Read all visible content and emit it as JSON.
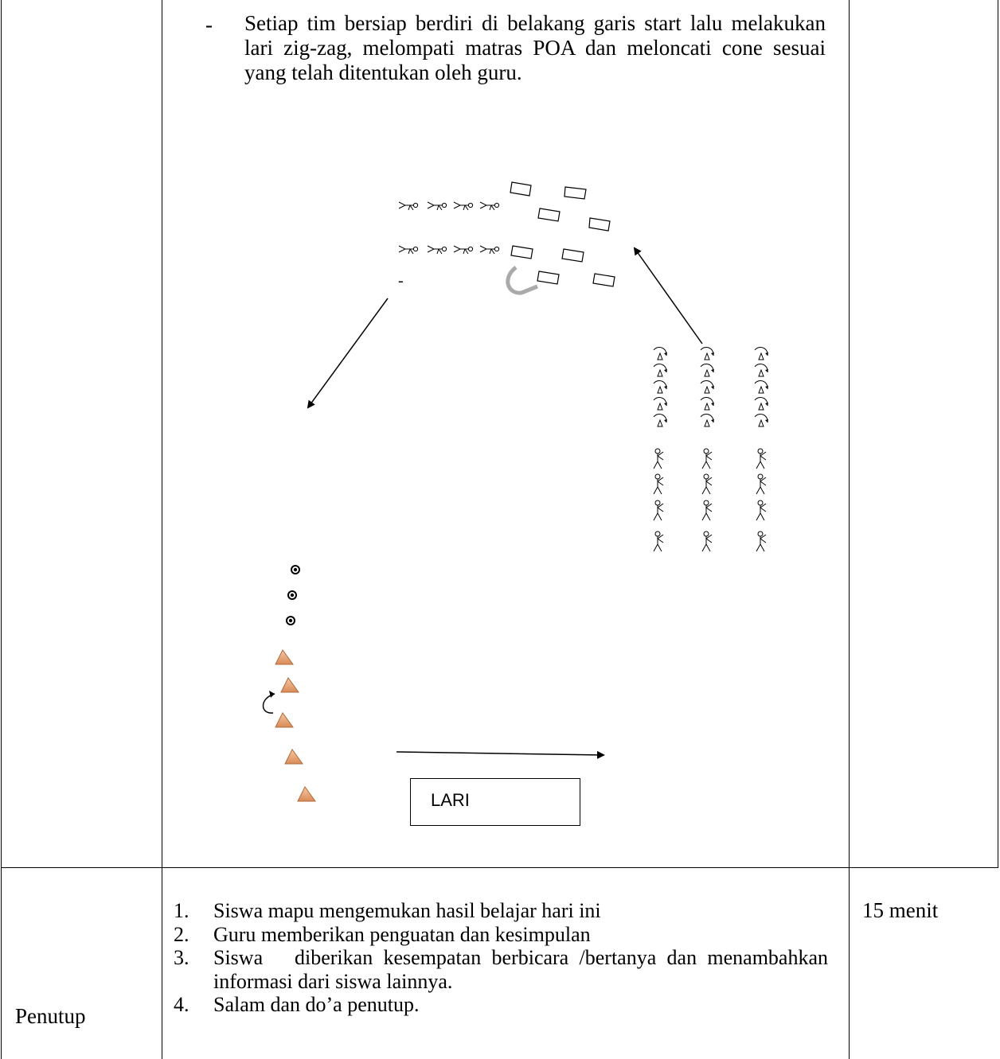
{
  "activity": {
    "bullet_dash": "-",
    "instruction": "Setiap tim bersiap berdiri di belakang garis start lalu melakukan lari zig-zag, melompati matras POA dan meloncati cone sesuai yang telah ditentukan oleh guru.",
    "diagram": {
      "lari_label": "LARI",
      "stray_dash": "-",
      "icons": [
        "mat-icon",
        "running-figure-icon",
        "cone-icon",
        "ball-icon",
        "curved-arrow-icon",
        "arrow-icon"
      ]
    }
  },
  "closing": {
    "phase": "Penutup",
    "duration": "15 menit",
    "items": [
      {
        "num": "1.",
        "text": "Siswa mapu mengemukan hasil belajar hari ini"
      },
      {
        "num": "2.",
        "text": "Guru memberikan penguatan dan kesimpulan"
      },
      {
        "num": "3.",
        "text": "Siswa   diberikan kesempatan berbicara /bertanya dan menambahkan informasi dari siswa lainnya."
      },
      {
        "num": "4.",
        "text": "Salam dan do’a penutup."
      }
    ]
  }
}
